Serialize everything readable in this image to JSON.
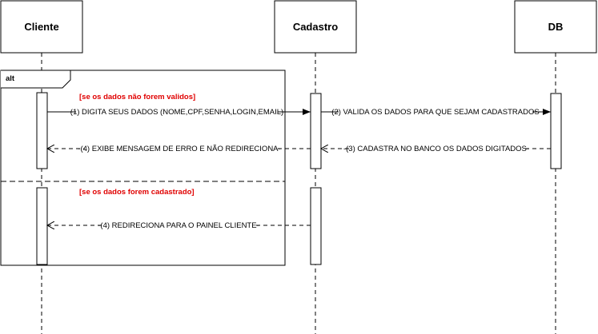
{
  "actors": [
    {
      "name": "Cliente"
    },
    {
      "name": "Cadastro"
    },
    {
      "name": "DB"
    }
  ],
  "frame": {
    "operator": "alt",
    "guards": [
      "[se os dados não forem validos]",
      "[se os dados forem cadastrado]"
    ]
  },
  "messages": [
    {
      "label": "(1) DIGITA SEUS DADOS (NOME,CPF,SENHA,LOGIN,EMAIL)",
      "kind": "sync"
    },
    {
      "label": "(2) VALIDA OS DADOS PARA QUE SEJAM CADASTRADOS",
      "kind": "sync"
    },
    {
      "label": "-(3) CADASTRA NO BANCO OS DADOS DIGITADOS-",
      "kind": "return"
    },
    {
      "label": "-(4) EXIBE MENSAGEM DE ERRO E NÃO REDIRECIONA-",
      "kind": "return"
    },
    {
      "label": "-(4) REDIRECIONA PARA O PAINEL CLIENTE-",
      "kind": "return"
    }
  ]
}
